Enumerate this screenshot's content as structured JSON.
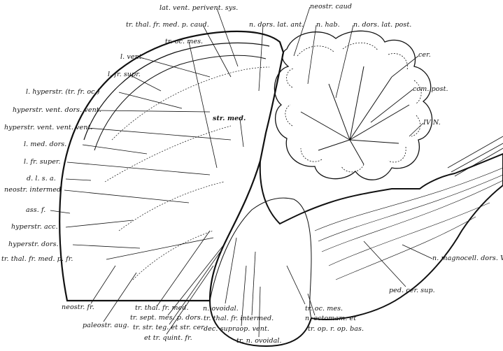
{
  "figure": {
    "labels": {
      "lat_vent_perivent_sys": "lat. vent. perivent. sys.",
      "neostr_caud": "neostr. caud",
      "n_hab": "n. hab.",
      "n_dors_lat_post": "n. dors. lat. post.",
      "tr_thal_fr_med_p_caud": "tr. thal. fr. med. p. caud.",
      "n_dors_lat_ant": "n. dors. lat. ant.",
      "tr_oc_mes_top": "tr. oc. mes.",
      "cer": "cer.",
      "l_vent": "l. vent.",
      "l_fr_supr": "l. fr. supr.",
      "com_post": "com. post.",
      "l_hyperstr": "l. hyperstr. (tr. fr. oc.)",
      "hyperstr_vent_dors_vent": "hyperstr. vent. dors. vent.",
      "IV_N": "IV N.",
      "str_med": "str. med.",
      "hyperstr_vent_vent_vent": "hyperstr. vent. vent. vent.",
      "l_med_dors": "l. med. dors.",
      "l_fr_super": "l. fr. super.",
      "d_l_s_a": "d. l. s. a.",
      "neostr_intermed": "neostr. intermed",
      "ass_f": "ass. f.",
      "hyperstr_acc": "hyperstr. acc.",
      "hyperstr_dors": "hyperstr. dors.",
      "tr_thal_fr_med_p_fr": "tr. thal. fr. med. p. fr.",
      "n_magnocell_dors_VIII": "n. magnocell. dors. VIII",
      "ped_cer_sup": "ped. cer. sup.",
      "neostr_fr": "neostr. fr.",
      "tr_thal_fr_med": "tr. thal. fr. med.",
      "n_ovoidal": "n. ovoidal.",
      "tr_oc_mes_bottom": "tr. oc. mes.",
      "tr_sept_mes_p_dors": "tr. sept. mes. p. dors.",
      "tr_thal_fr_intermed": "tr. thal. fr. intermed.",
      "n_ectomam_et": "n. ectomam. et",
      "paleostr_aug": "paleostr. aug.",
      "tr_str_teg": "tr. str. teg. et str. cer.",
      "dec_supraop_vent": "dec. supraop. vent.",
      "tr_op_r_op_bas": "tr. op. r. op. bas.",
      "et_tr_quint_fr": "et tr. quint. fr.",
      "tr_n_ovoidal": "tr. n. ovoidal."
    }
  }
}
